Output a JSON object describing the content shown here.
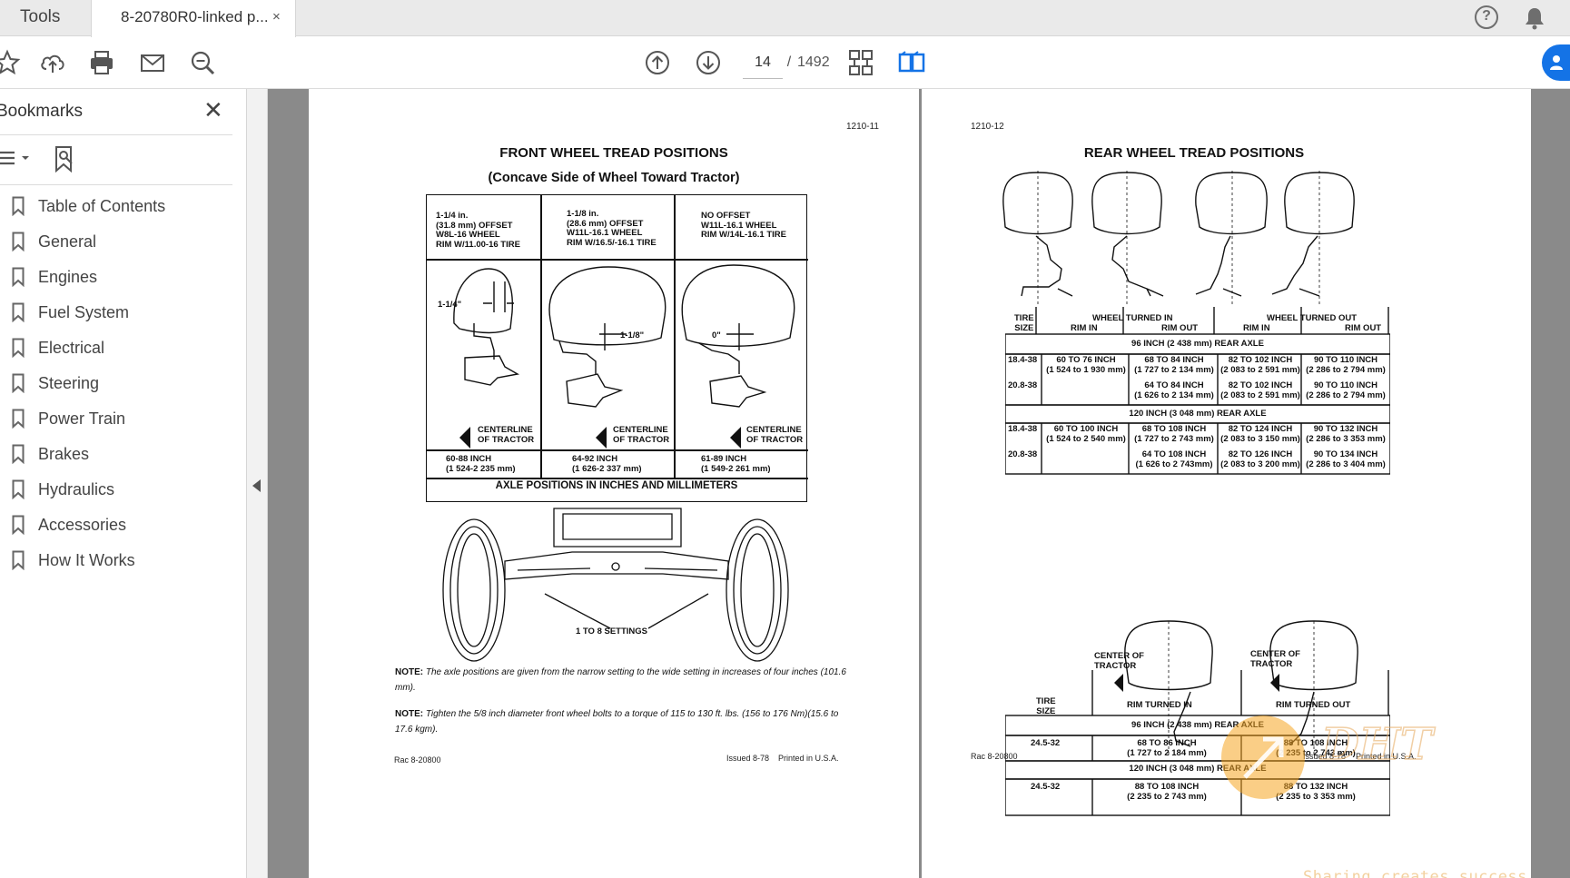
{
  "tabs": {
    "tools": "Tools",
    "document": "8-20780R0-linked p...",
    "close": "×"
  },
  "header": {
    "help": "?"
  },
  "toolbar": {
    "page_current": "14",
    "page_sep": "/",
    "page_total": "1492"
  },
  "sidebar": {
    "title": "Bookmarks",
    "close": "✕",
    "items": [
      {
        "label": "Table of Contents"
      },
      {
        "label": "General"
      },
      {
        "label": "Engines"
      },
      {
        "label": "Fuel System"
      },
      {
        "label": "Electrical"
      },
      {
        "label": "Steering"
      },
      {
        "label": "Power Train"
      },
      {
        "label": "Brakes"
      },
      {
        "label": "Hydraulics"
      },
      {
        "label": "Accessories"
      },
      {
        "label": "How It Works"
      }
    ]
  },
  "left_page": {
    "number": "1210-11",
    "title": "FRONT WHEEL TREAD POSITIONS",
    "subtitle": "(Concave Side of Wheel Toward Tractor)",
    "columns": [
      {
        "head": [
          "1-1/4 in.",
          "(31.8 mm) OFFSET",
          "W8L-16 WHEEL",
          "RIM W/11.00-16 TIRE"
        ],
        "dim": "1-1/4\"",
        "range": [
          "60-88 INCH",
          "(1 524-2 235 mm)"
        ]
      },
      {
        "head": [
          "1-1/8 in.",
          "(28.6 mm) OFFSET",
          "W11L-16.1 WHEEL",
          "RIM W/16.5/-16.1 TIRE"
        ],
        "dim": "1-1/8\"",
        "range": [
          "64-92 INCH",
          "(1 626-2 337 mm)"
        ]
      },
      {
        "head": [
          "NO OFFSET",
          "W11L-16.1 WHEEL",
          "RIM W/14L-16.1 TIRE"
        ],
        "dim": "0\"",
        "range": [
          "61-89 INCH",
          "(1 549-2 261 mm)"
        ]
      }
    ],
    "centerline": [
      "CENTERLINE",
      "OF TRACTOR"
    ],
    "axle_caption": "AXLE POSITIONS IN INCHES AND MILLIMETERS",
    "settings_label": "1 TO 8 SETTINGS",
    "note1_label": "NOTE:",
    "note1": "The axle positions are given from the narrow setting to the wide setting in increases of four inches (101.6 mm).",
    "note2_label": "NOTE:",
    "note2": "Tighten the 5/8 inch diameter front wheel bolts to a torque of 115 to 130 ft. lbs. (156 to 176 Nm)(15.6 to 17.6 kgm).",
    "footer_left": "Rac 8-20800",
    "footer_issued": "Issued 8-78",
    "footer_printed": "Printed in U.S.A."
  },
  "right_page": {
    "number": "1210-12",
    "title": "REAR WHEEL TREAD POSITIONS",
    "table1": {
      "tire_size": [
        "TIRE",
        "SIZE"
      ],
      "head_left": [
        "WHEEL",
        "TURNED IN"
      ],
      "head_right": [
        "WHEEL",
        "TURNED OUT"
      ],
      "sub": [
        "RIM IN",
        "RIM OUT",
        "RIM IN",
        "RIM OUT"
      ],
      "sections": [
        {
          "title": "96 INCH (2 438 mm) REAR AXLE",
          "rows": [
            {
              "tire": "18.4-38",
              "c1": [
                "60 TO 76 INCH",
                "(1 524 to 1 930 mm)"
              ],
              "c2": [
                "68 TO 84 INCH",
                "(1 727 to 2 134 mm)"
              ],
              "c3": [
                "82 TO 102 INCH",
                "(2 083 to 2 591 mm)"
              ],
              "c4": [
                "90 TO 110 INCH",
                "(2 286 to 2 794 mm)"
              ]
            },
            {
              "tire": "20.8-38",
              "c1": [
                "",
                ""
              ],
              "c2": [
                "64 TO 84 INCH",
                "(1 626 to 2 134 mm)"
              ],
              "c3": [
                "82 TO 102 INCH",
                "(2 083 to 2 591 mm)"
              ],
              "c4": [
                "90 TO 110 INCH",
                "(2 286 to 2 794 mm)"
              ]
            }
          ]
        },
        {
          "title": "120 INCH (3 048 mm) REAR AXLE",
          "rows": [
            {
              "tire": "18.4-38",
              "c1": [
                "60 TO 100 INCH",
                "(1 524 to 2 540 mm)"
              ],
              "c2": [
                "68 TO 108 INCH",
                "(1 727 to 2 743 mm)"
              ],
              "c3": [
                "82 TO 124 INCH",
                "(2 083 to 3 150 mm)"
              ],
              "c4": [
                "90 TO 132 INCH",
                "(2 286 to 3 353 mm)"
              ]
            },
            {
              "tire": "20.8-38",
              "c1": [
                "",
                ""
              ],
              "c2": [
                "64 TO 108 INCH",
                "(1 626 to 2 743mm)"
              ],
              "c3": [
                "82 TO 126 INCH",
                "(2 083 to 3 200 mm)"
              ],
              "c4": [
                "90 TO 134 INCH",
                "(2 286 to 3 404 mm)"
              ]
            }
          ]
        }
      ]
    },
    "table2": {
      "center_label": [
        "CENTER OF",
        "TRACTOR"
      ],
      "tire_size": [
        "TIRE",
        "SIZE"
      ],
      "col_in": "RIM TURNED IN",
      "col_out": "RIM TURNED OUT",
      "sections": [
        {
          "title": "96 INCH (2 438 mm) REAR AXLE",
          "tire": "24.5-32",
          "c1": [
            "68 TO 86 INCH",
            "(1 727 to 2 184 mm)"
          ],
          "c2": [
            "88 TO 108 INCH",
            "(2 235 to 2 743 mm)"
          ]
        },
        {
          "title": "120 INCH (3 048 mm) REAR AXLE",
          "tire": "24.5-32",
          "c1": [
            "88 TO 108 INCH",
            "(2 235 to 2 743 mm)"
          ],
          "c2": [
            "88 TO 132 INCH",
            "(2 235 to 3 353 mm)"
          ]
        }
      ]
    },
    "footer_left": "Rac 8-20800",
    "footer_issued": "Issued 8-78",
    "footer_printed": "Printed in U.S.A."
  },
  "watermark": {
    "logo_text": "DHT",
    "tagline": "Sharing creates success"
  },
  "colors": {
    "accent": "#1473e6",
    "active_icon": "#1473e6",
    "watermark": "#f5a623"
  }
}
